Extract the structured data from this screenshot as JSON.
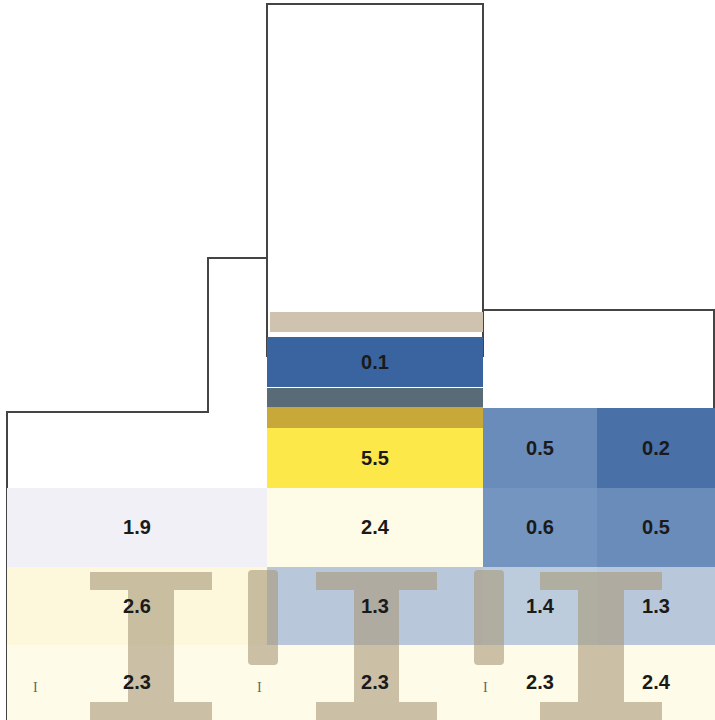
{
  "diagram": {
    "nodes": [
      {
        "text": [
          "0.1"
        ]
      },
      {
        "text": [
          "5.5"
        ]
      },
      {
        "text": [
          "0.5"
        ]
      },
      {
        "text": [
          "0.2"
        ]
      },
      {
        "text": [
          "1.9"
        ]
      },
      {
        "text": [
          "2.4"
        ]
      },
      {
        "text": [
          "0.6"
        ]
      },
      {
        "text": [
          "0.5"
        ]
      },
      {
        "text": [
          "2.6"
        ]
      },
      {
        "text": [
          "1.3"
        ]
      },
      {
        "text": [
          "1.4"
        ]
      },
      {
        "text": [
          "1.3"
        ]
      },
      {
        "text": [
          "2.3"
        ]
      },
      {
        "text": [
          "2.3"
        ]
      },
      {
        "text": [
          "2.3"
        ]
      },
      {
        "text": [
          "2.4"
        ]
      }
    ],
    "labels": [
      "I",
      "I",
      "I"
    ]
  }
}
